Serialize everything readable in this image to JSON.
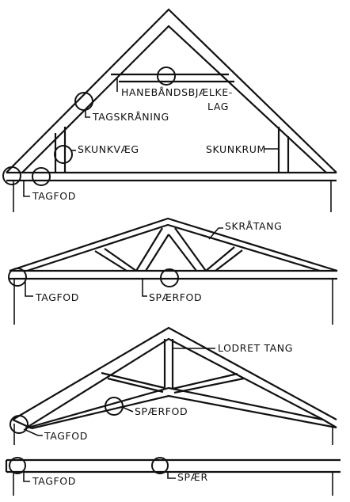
{
  "labels": {
    "hanebaand_1": "HANEBÅNDSBJÆLKE-",
    "hanebaand_2": "LAG",
    "tagskraaning": "TAGSKRÅNING",
    "skunkvaeg": "SKUNKVÆG",
    "skunkrum": "SKUNKRUM",
    "tagfod_1": "TAGFOD",
    "skraatang": "SKRÅTANG",
    "tagfod_2": "TAGFOD",
    "spaerfod_2": "SPÆRFOD",
    "lodret_tang": "LODRET TANG",
    "spaerfod_3": "SPÆRFOD",
    "tagfod_3": "TAGFOD",
    "tagfod_4": "TAGFOD",
    "spaer": "SPÆR"
  }
}
